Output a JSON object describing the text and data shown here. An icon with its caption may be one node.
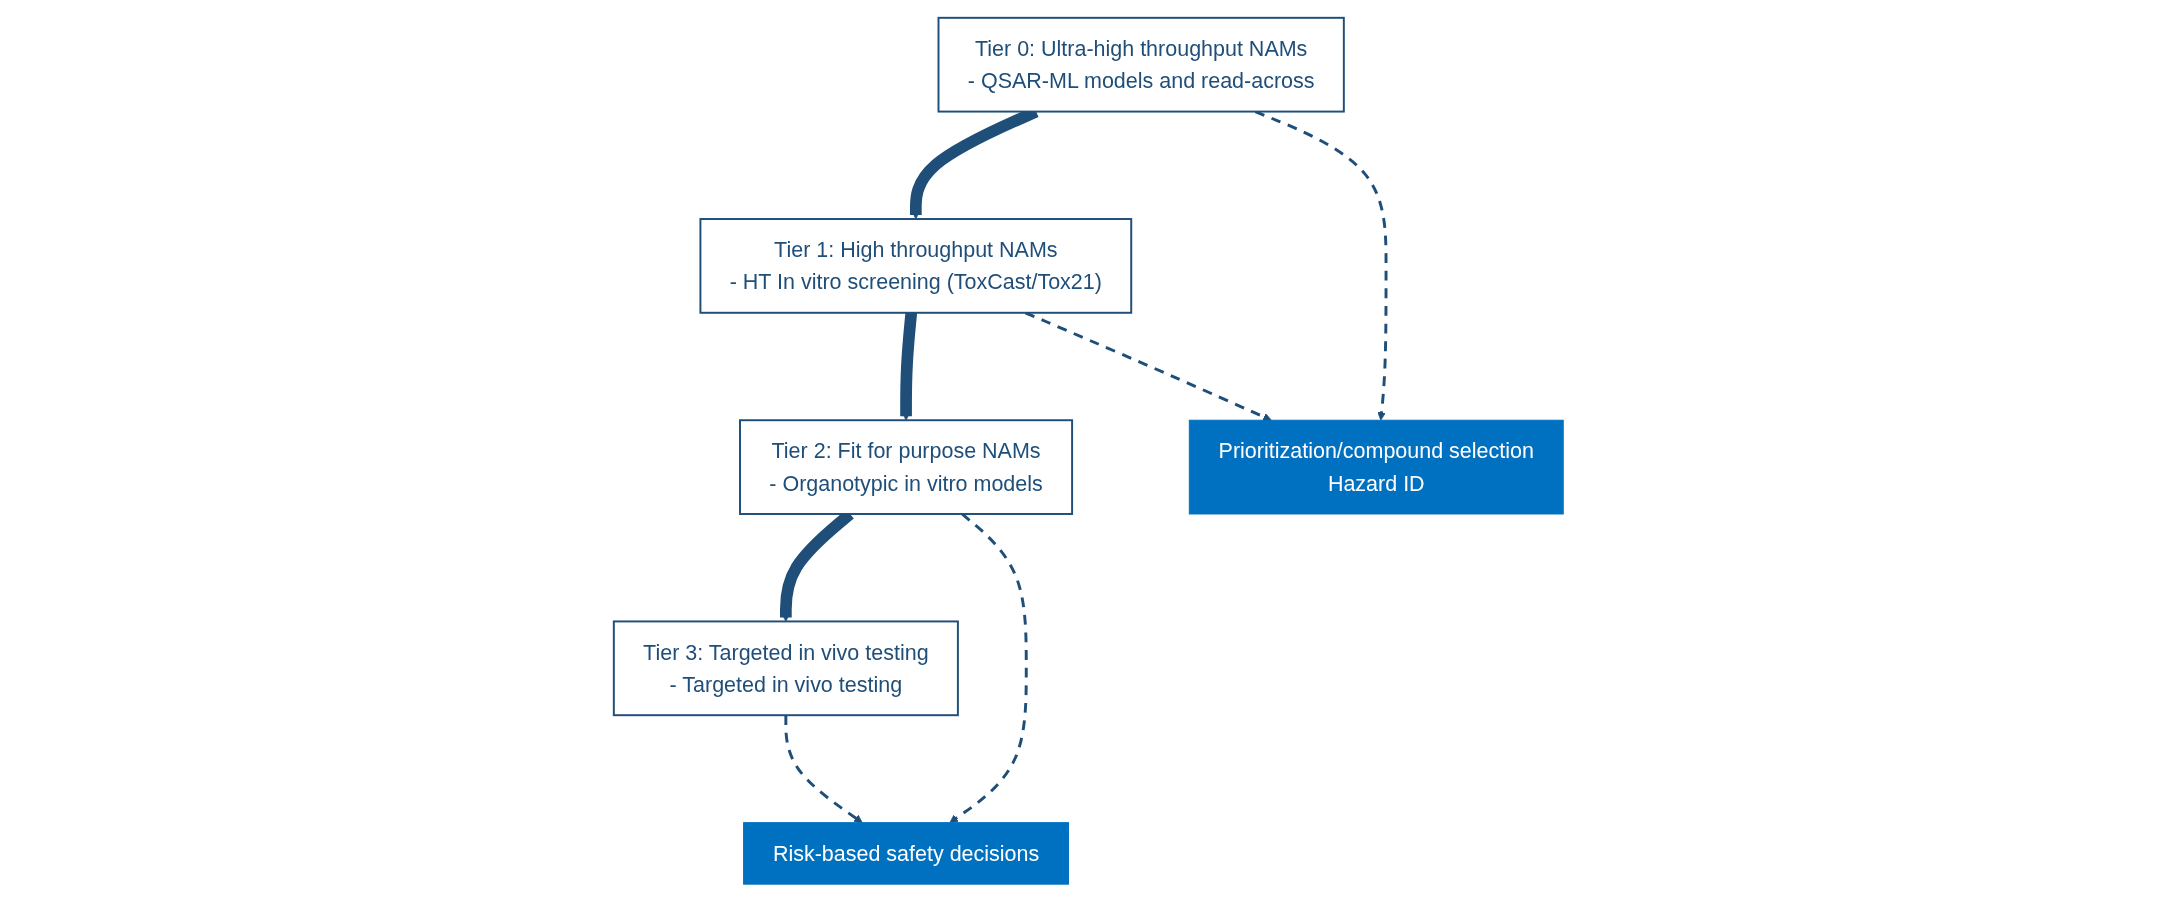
{
  "diagram": {
    "nodes": [
      {
        "text": [
          "Tier 0: Ultra-high throughput NAMs",
          "- QSAR-ML models and read-across"
        ]
      },
      {
        "text": [
          "Tier 1: High throughput NAMs",
          "- HT In vitro screening (ToxCast/Tox21)"
        ]
      },
      {
        "text": [
          "Tier 2: Fit for purpose NAMs",
          "- Organotypic in vitro models"
        ]
      },
      {
        "text": [
          "Tier 3: Targeted in vivo testing",
          "- Targeted in vivo testing"
        ]
      },
      {
        "text": [
          "Prioritization/compound selection",
          "Hazard ID"
        ]
      },
      {
        "text": [
          "Risk-based safety decisions"
        ]
      }
    ],
    "edges": [
      {
        "from": 0,
        "to": 1,
        "arrow": "to",
        "style": "thick"
      },
      {
        "from": 1,
        "to": 2,
        "arrow": "to",
        "style": "thick"
      },
      {
        "from": 2,
        "to": 3,
        "arrow": "to",
        "style": "thick"
      },
      {
        "from": 0,
        "to": 4,
        "arrow": "to",
        "style": "dashed"
      },
      {
        "from": 1,
        "to": 4,
        "arrow": "to",
        "style": "dashed"
      },
      {
        "from": 2,
        "to": 5,
        "arrow": "to",
        "style": "dashed"
      },
      {
        "from": 3,
        "to": 5,
        "arrow": "to",
        "style": "dashed"
      }
    ]
  }
}
